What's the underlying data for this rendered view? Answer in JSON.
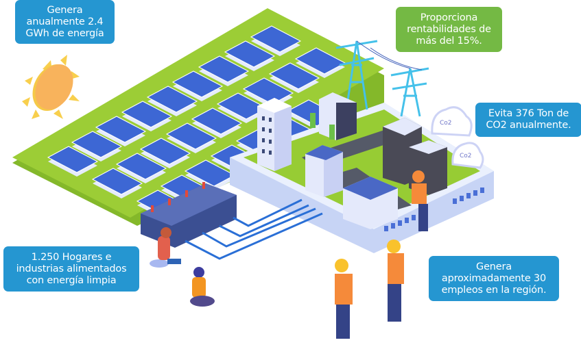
{
  "labels": {
    "energy": "Genera\nanualmente 2.4\nGWh de energía",
    "returns": "Proporciona\nrentabilidades de\nmás del 15%.",
    "co2": "Evita 376 Ton de\nCO2 anualmente.",
    "homes": "1.250 Hogares e\nindustrias alimentados\ncon energía limpia",
    "jobs": "Genera\naproximadamente 30\nempleos en la región."
  },
  "clouds": {
    "cloud1": "Co2",
    "cloud2": "Co2"
  },
  "colors": {
    "label_blue": "#2596d1",
    "label_green": "#74b944",
    "field_green": "#97cc34",
    "panel_blue": "#3d67d4",
    "sun": "#f8b35c",
    "tower": "#45c1ea",
    "cable": "#2a6fd6",
    "vest": "#f58a3a",
    "helmet": "#f9c22c"
  }
}
